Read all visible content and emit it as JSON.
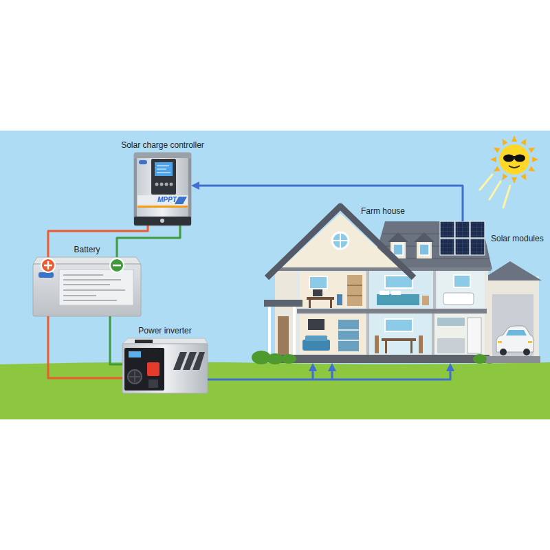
{
  "diagram": {
    "nodes": [
      {
        "text": [
          "Solar charge controller"
        ]
      },
      {
        "text": [
          "Battery"
        ]
      },
      {
        "text": [
          "Power inverter"
        ]
      },
      {
        "text": [
          "Farm house"
        ]
      },
      {
        "text": [
          "Solar modules"
        ]
      }
    ],
    "edges": [
      {
        "from": 4,
        "to": 0,
        "arrow": "to"
      },
      {
        "from": 0,
        "to": 1,
        "arrow": "none"
      },
      {
        "from": 0,
        "to": 1,
        "arrow": "none"
      },
      {
        "from": 1,
        "to": 2,
        "arrow": "none"
      },
      {
        "from": 1,
        "to": 2,
        "arrow": "none"
      },
      {
        "from": 2,
        "to": 3,
        "arrow": "to"
      }
    ],
    "labels": [
      "MPPT"
    ]
  }
}
